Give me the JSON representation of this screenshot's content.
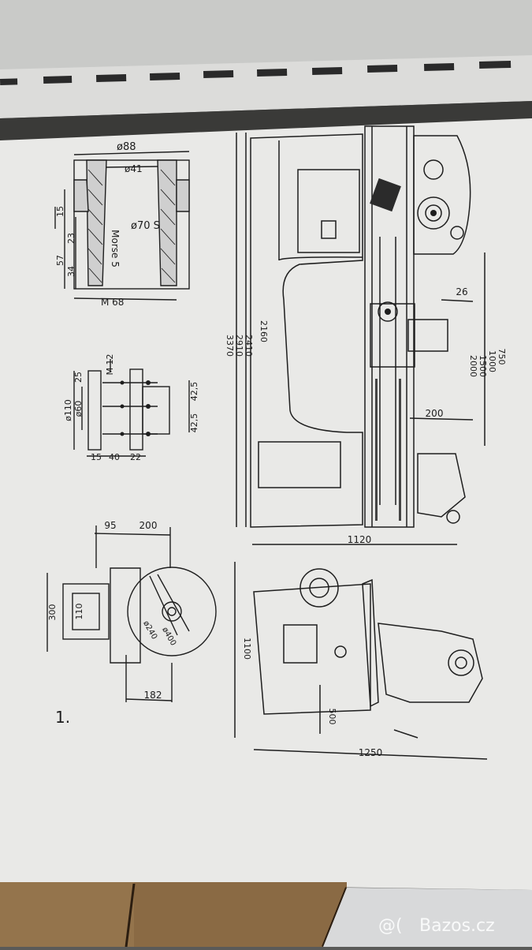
{
  "figure_number": "1.",
  "watermark": "Bazos.cz",
  "watermark_prefix": "@(",
  "bushing": {
    "outer_dia": "ø88",
    "bore_dia": "ø41",
    "fit_dia": "ø70 S",
    "taper": "Morse 5",
    "thread": "M 68",
    "dim_15": "15",
    "dim_23": "23",
    "dim_57": "57",
    "dim_34": "34"
  },
  "flange": {
    "bolt": "M 12",
    "dim_25": "25",
    "dia_60": "ø60",
    "dia_110": "ø110",
    "dim_15": "15",
    "dim_40": "40",
    "dim_22": "22",
    "dim_42_5_a": "42,5",
    "dim_42_5_b": "42,5"
  },
  "rest": {
    "dim_95": "95",
    "dim_200": "200",
    "dim_300": "300",
    "dim_110": "110",
    "dim_240": "ø240",
    "dim_400": "ø400",
    "dim_182": "182"
  },
  "lathe_top": {
    "lengths": [
      "2160",
      "2410",
      "2910",
      "3370"
    ],
    "centers": [
      "750",
      "1000",
      "1500",
      "2000"
    ],
    "dim_26": "26",
    "dim_200": "200",
    "width_1120": "1120"
  },
  "lathe_end": {
    "height_1100": "1100",
    "dim_500": "500",
    "width_1250": "1250"
  }
}
